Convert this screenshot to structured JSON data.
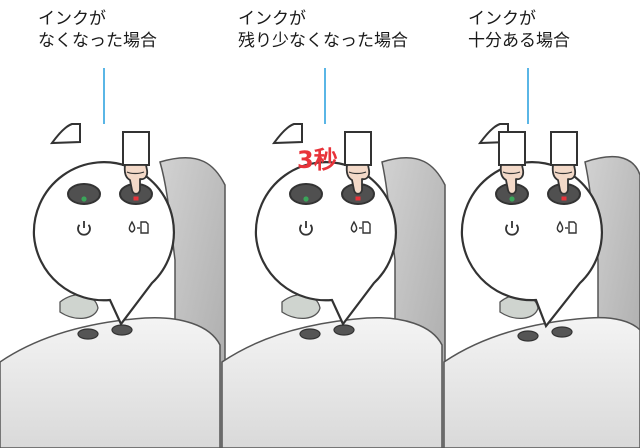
{
  "panels": [
    {
      "caption_line1": "インクが",
      "caption_line2": "なくなった場合",
      "mode": "out",
      "badge": ""
    },
    {
      "caption_line1": "インクが",
      "caption_line2": "残り少なくなった場合",
      "mode": "low",
      "badge": "3秒"
    },
    {
      "caption_line1": "インクが",
      "caption_line2": "十分ある場合",
      "mode": "enough",
      "badge": ""
    }
  ],
  "icons": {
    "power": "power-icon",
    "ink": "ink-drop-paper-icon"
  },
  "colors": {
    "callout_line": "#5ab6e6",
    "badge": "#e8333a",
    "power_led": "#3aa55a",
    "ink_led": "#e8333a",
    "button": "#505050",
    "outline": "#333333"
  }
}
